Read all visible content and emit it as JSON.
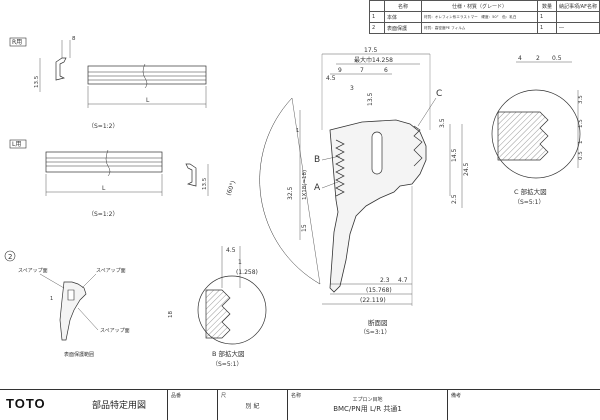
{
  "spec_table": {
    "headers": [
      "",
      "名称",
      "仕様・材質（グレード）",
      "数量",
      "納記事項/AF名称"
    ],
    "rows": [
      {
        "no": "1",
        "name": "本体",
        "spec": "材質：オレフィン系エラストマー　硬度：50°　色：乳白",
        "qty": "1",
        "note": ""
      },
      {
        "no": "2",
        "name": "表面保護",
        "spec": "材質：高密度PE フィルム",
        "qty": "1",
        "note": "―"
      }
    ]
  },
  "views": {
    "r_label": "R用",
    "l_label": "L用",
    "r_scale": "（S=1:2）",
    "l_scale": "（S=1:2）",
    "r_dim_8": "8",
    "r_dim_135": "13.5",
    "r_dim_L": "L",
    "l_dim_135": "13.5",
    "l_dim_L": "L"
  },
  "spare": {
    "circle_no": "2",
    "label_a": "スペアップ面",
    "label_b": "スペアップ面",
    "label_c": "スペアップ面",
    "label_d": "表面保護範囲",
    "dim_1": "1"
  },
  "section": {
    "title": "断面図",
    "scale": "（S=3:1）",
    "label_a": "A",
    "label_b": "B",
    "label_c": "C",
    "dim_175": "17.5",
    "dim_max": "最大巾14.258",
    "dim_9": "9",
    "dim_7": "7",
    "dim_6": "6",
    "dim_45": "4.5",
    "dim_3": "3",
    "dim_135": "13.5",
    "dim_35": "3.5",
    "dim_145": "14.5",
    "dim_245": "24.5",
    "dim_25": "2.5",
    "dim_1x18": "1X18(=18)",
    "dim_325": "32.5",
    "dim_15": "15",
    "dim_60": "(60°)",
    "dim_23": "2.3",
    "dim_47": "4.7",
    "dim_15768": "(15.768)",
    "dim_22119": "(22.119)",
    "dim_1": "1"
  },
  "detail_b": {
    "title": "B 部拡大図",
    "scale": "（S=5:1）",
    "dim_45": "4.5",
    "dim_1": "1",
    "dim_1258": "(1.258)",
    "dim_18": "18"
  },
  "detail_c": {
    "title": "C 部拡大図",
    "scale": "（S=5:1）",
    "dim_4": "4",
    "dim_2": "2",
    "dim_05": "0.5",
    "dim_r1": "3.5",
    "dim_r2": "1.5",
    "dim_r3": "1",
    "dim_r4": "0.5"
  },
  "title_block": {
    "logo": "TOTO",
    "doc_type": "部品特定用図",
    "h_code": "品番",
    "v_code": "",
    "h_scale": "尺",
    "v_scale": "別 紀",
    "h_name": "名称",
    "v_name_1": "エプロン目地",
    "v_name_2": "BMC/PN用 L/R 共通1",
    "h_ref": "備考",
    "v_ref": ""
  },
  "colors": {
    "line": "#333333",
    "hatch": "#555555",
    "part": "#f4f4f4"
  }
}
